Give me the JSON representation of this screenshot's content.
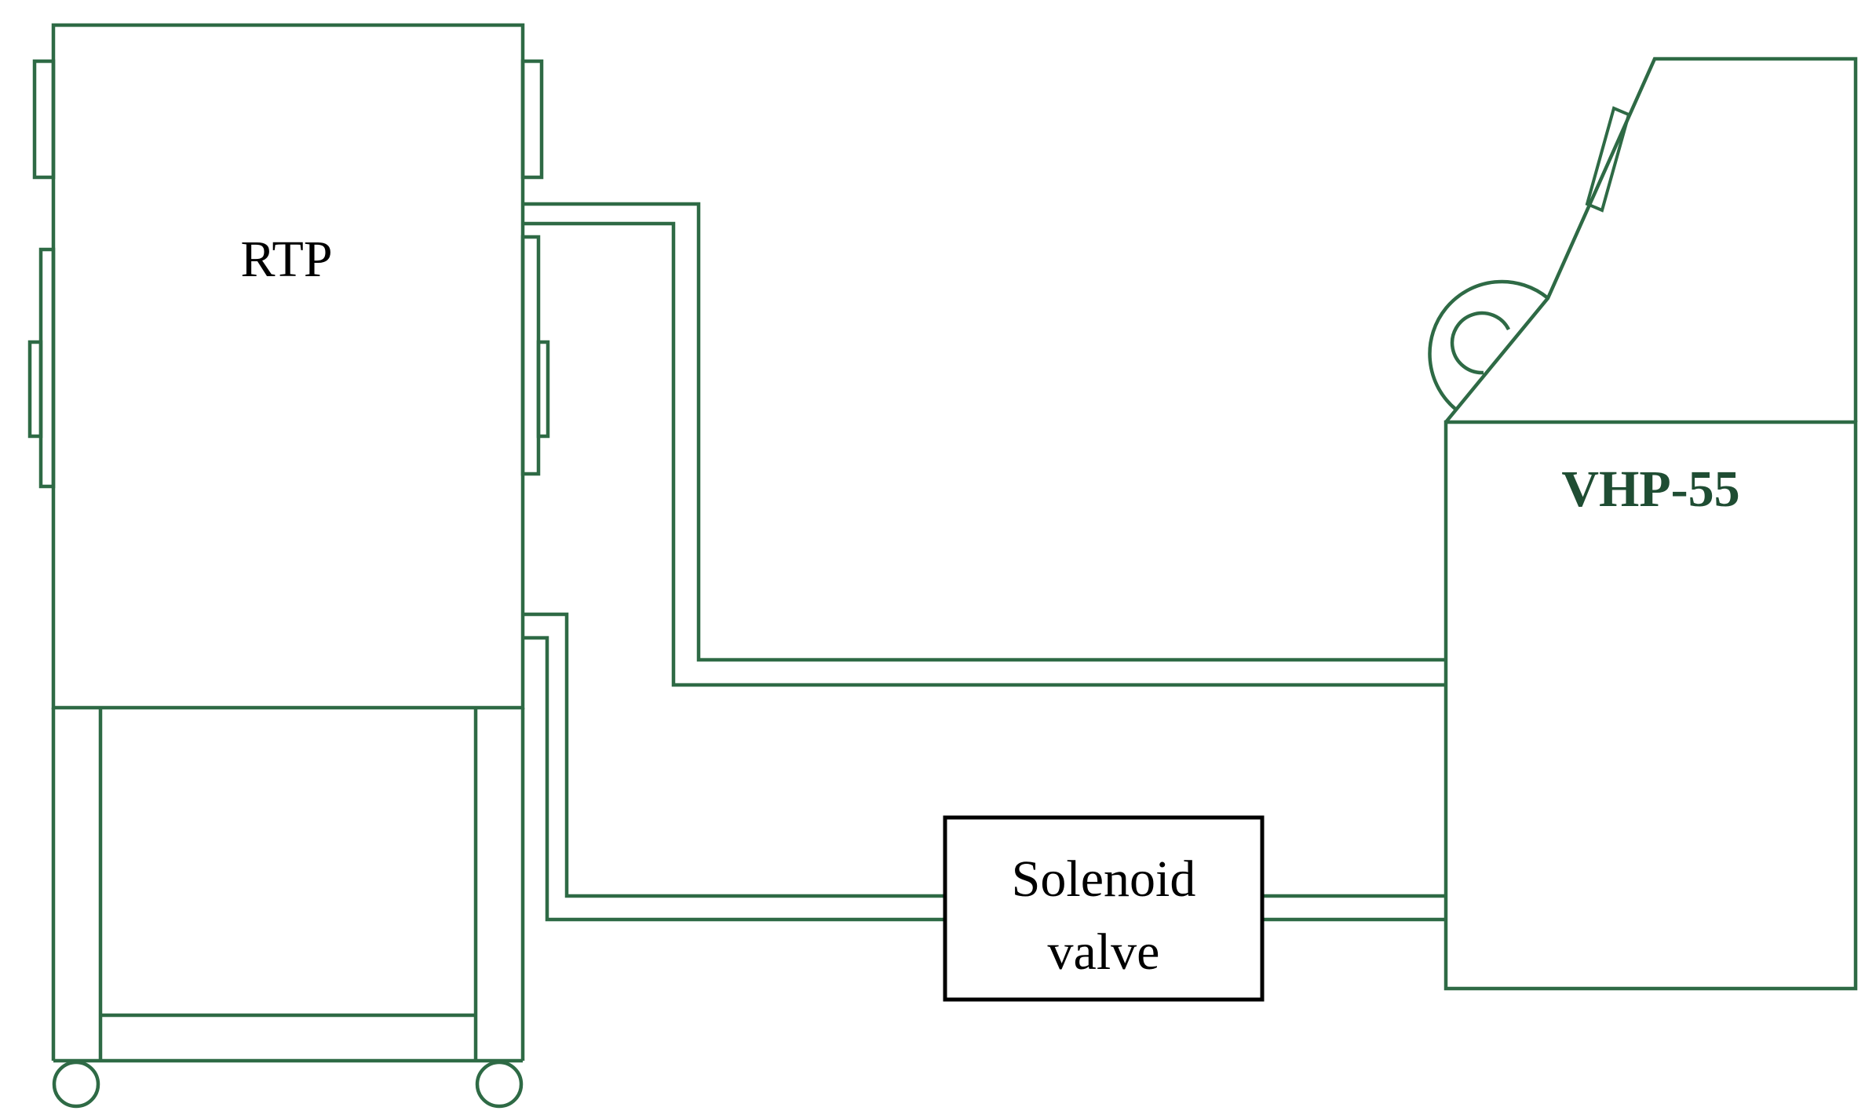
{
  "labels": {
    "rtp": "RTP",
    "vhp": "VHP-55",
    "valve_line1": "Solenoid",
    "valve_line2": "valve"
  },
  "colors": {
    "equipment_stroke": "#2e6a45",
    "vhp_label": "#1f4d33",
    "valve_stroke": "#000000",
    "background": "#ffffff"
  }
}
